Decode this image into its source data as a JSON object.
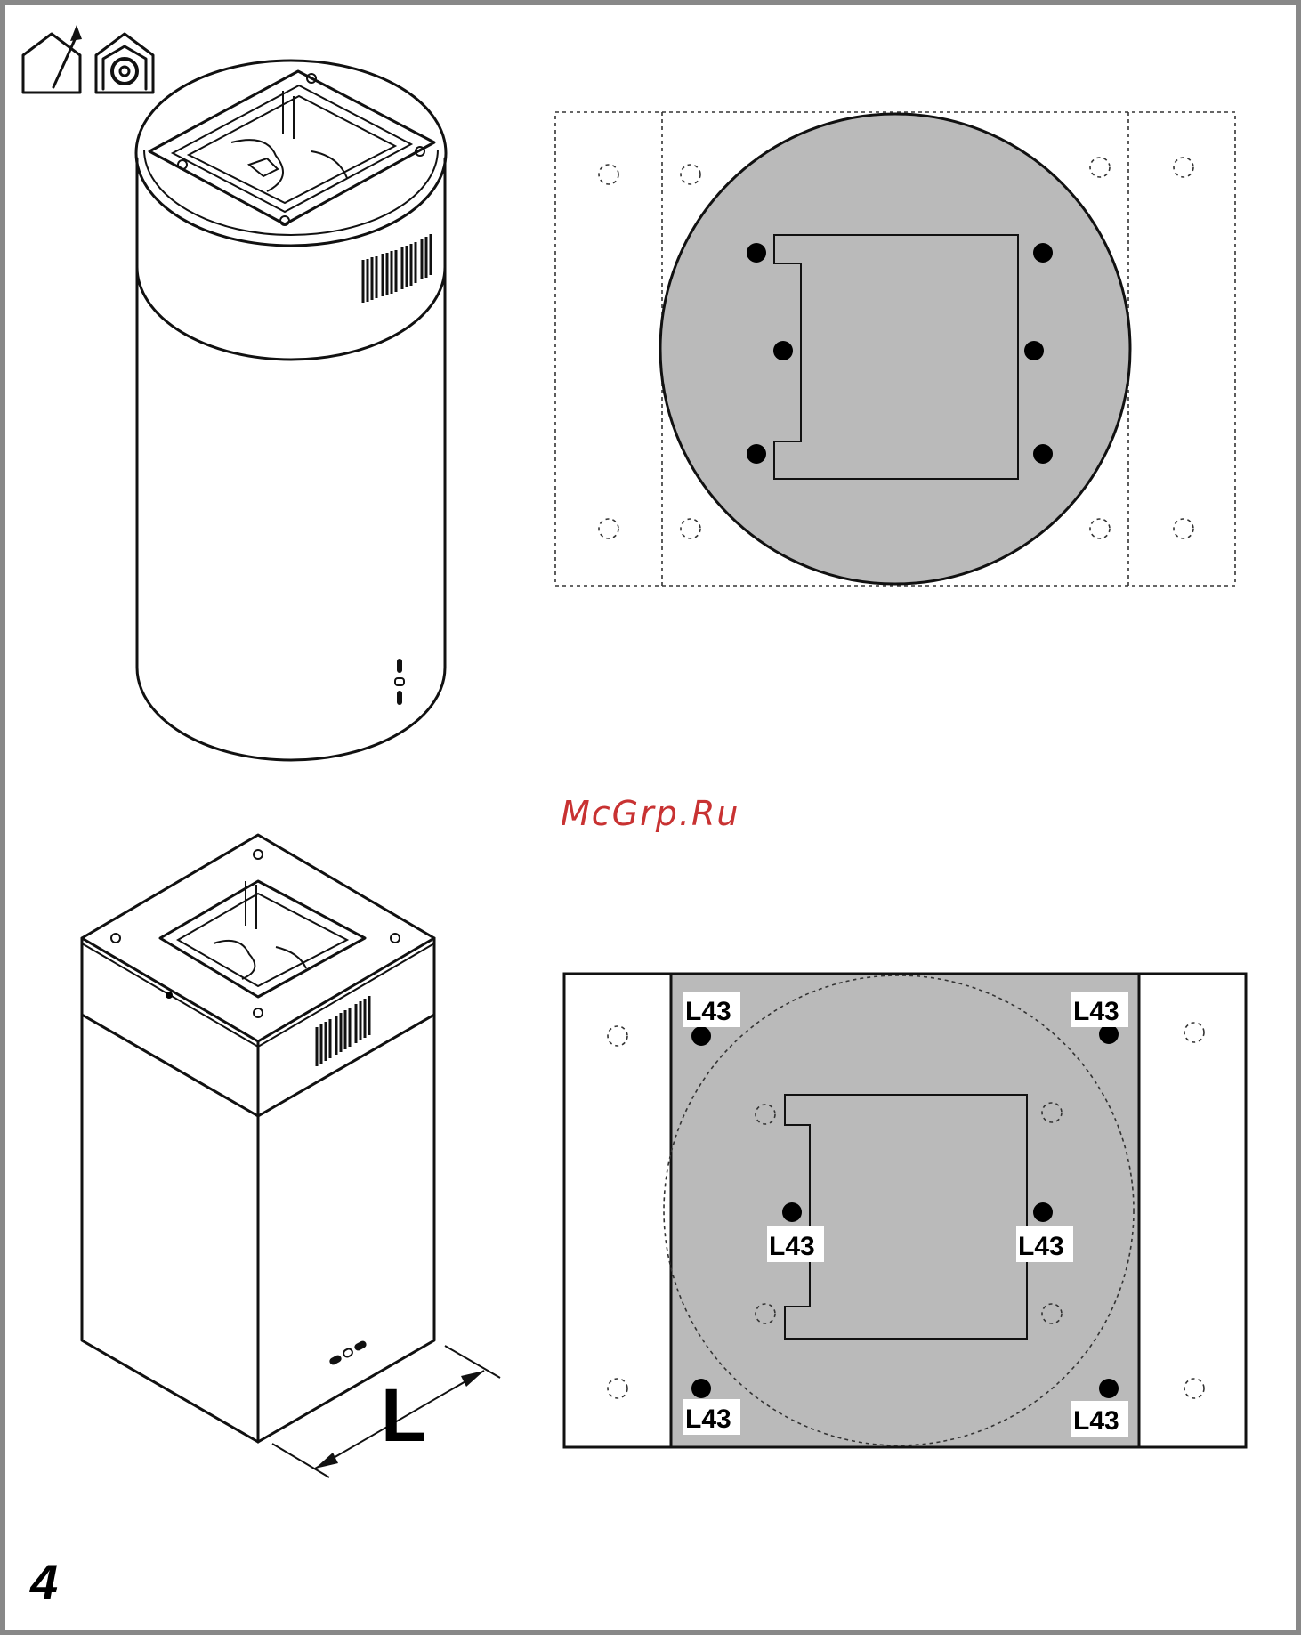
{
  "watermark": "McGrp.Ru",
  "page_number": "4",
  "dimension_label": "L",
  "hole_label": "L43",
  "icons": [
    "house-exhaust-icon",
    "house-recirculation-icon"
  ],
  "colors": {
    "ink": "#111111",
    "plate_fill": "#bababa",
    "watermark": "#c83232"
  }
}
